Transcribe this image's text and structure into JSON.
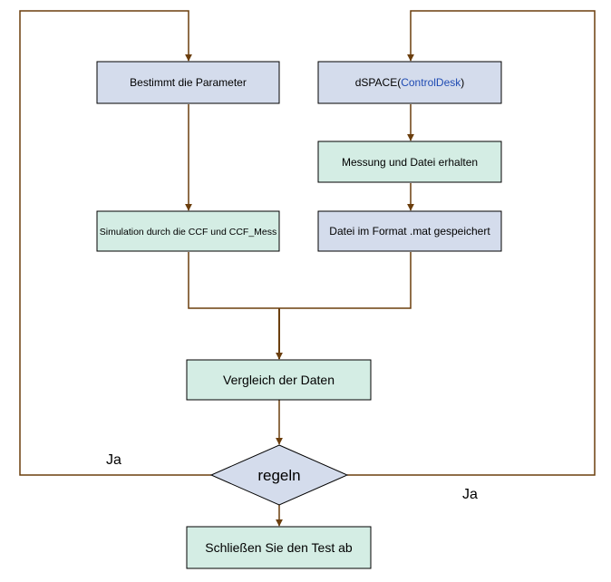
{
  "colors": {
    "edge": "#6b3e0d",
    "blue_fill": "#d4dcec",
    "green_fill": "#d4ede4",
    "border": "#000000",
    "highlight_text": "#1f4bb3"
  },
  "nodes": {
    "parameter": {
      "label": "Bestimmt die Parameter"
    },
    "dspace": {
      "label_prefix": "dSPACE(",
      "label_highlight": "ControlDesk",
      "label_suffix": ")"
    },
    "messung": {
      "label": "Messung und Datei erhalten"
    },
    "simulation": {
      "label": "Simulation durch die CCF und CCF_Mess"
    },
    "datei": {
      "label": "Datei im Format .mat gespeichert"
    },
    "vergleich": {
      "label": "Vergleich der Daten"
    },
    "regeln": {
      "label": "regeln"
    },
    "schluss": {
      "label": "Schließen Sie den Test ab"
    }
  },
  "edge_labels": {
    "left_ja": "Ja",
    "right_ja": "Ja"
  }
}
